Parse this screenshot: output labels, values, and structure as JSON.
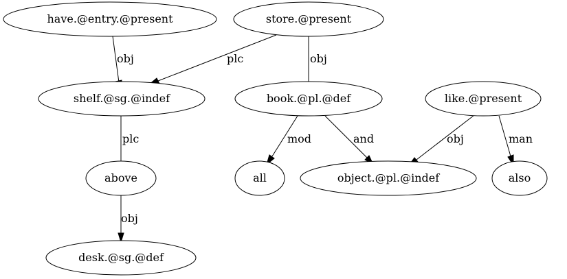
{
  "graph": {
    "nodes": [
      {
        "id": "n_have",
        "label": "have.@entry.@present"
      },
      {
        "id": "n_store",
        "label": "store.@present"
      },
      {
        "id": "n_shelf",
        "label": "shelf.@sg.@indef"
      },
      {
        "id": "n_book",
        "label": "book.@pl.@def"
      },
      {
        "id": "n_like",
        "label": "like.@present"
      },
      {
        "id": "n_above",
        "label": "above"
      },
      {
        "id": "n_all",
        "label": "all"
      },
      {
        "id": "n_object",
        "label": "object.@pl.@indef"
      },
      {
        "id": "n_also",
        "label": "also"
      },
      {
        "id": "n_desk",
        "label": "desk.@sg.@def"
      }
    ],
    "edges": [
      {
        "id": "e1",
        "from": "have.@entry.@present",
        "to": "shelf.@sg.@indef",
        "label": "obj"
      },
      {
        "id": "e2",
        "from": "store.@present",
        "to": "shelf.@sg.@indef",
        "label": "plc"
      },
      {
        "id": "e3",
        "from": "store.@present",
        "to": "book.@pl.@def",
        "label": "obj"
      },
      {
        "id": "e4",
        "from": "shelf.@sg.@indef",
        "to": "above",
        "label": "plc"
      },
      {
        "id": "e5",
        "from": "book.@pl.@def",
        "to": "all",
        "label": "mod"
      },
      {
        "id": "e6",
        "from": "book.@pl.@def",
        "to": "object.@pl.@indef",
        "label": "and"
      },
      {
        "id": "e7",
        "from": "like.@present",
        "to": "object.@pl.@indef",
        "label": "obj"
      },
      {
        "id": "e8",
        "from": "like.@present",
        "to": "also",
        "label": "man"
      },
      {
        "id": "e9",
        "from": "above",
        "to": "desk.@sg.@def",
        "label": "obj"
      }
    ]
  }
}
